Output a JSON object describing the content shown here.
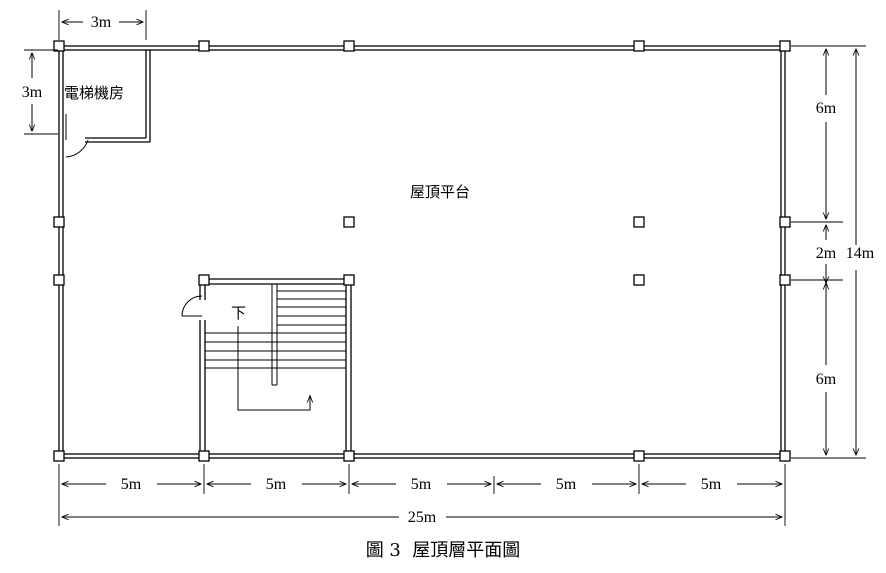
{
  "diagram": {
    "rooms": {
      "elevator_room": "電梯機房",
      "rooftop": "屋頂平台",
      "stair_down": "下"
    },
    "dimensions": {
      "top_width": "3m",
      "elevator_height": "3m",
      "right_upper": "6m",
      "right_middle": "2m",
      "right_lower": "6m",
      "right_total": "14m",
      "bottom_bays": [
        "5m",
        "5m",
        "5m",
        "5m",
        "5m"
      ],
      "bottom_total": "25m"
    },
    "caption": "圖 3  屋頂層平面圖"
  }
}
